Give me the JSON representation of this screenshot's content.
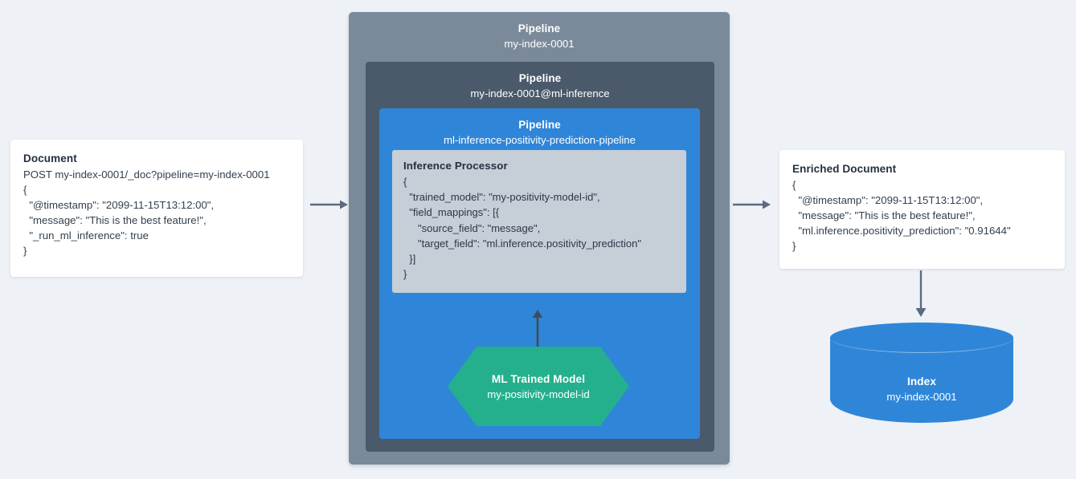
{
  "colors": {
    "background": "#eef1f6",
    "pipeline_outer": "#7b8a9b",
    "pipeline_mid": "#4a5a6b",
    "pipeline_inner": "#2f86d8",
    "processor_card": "#c6ced8",
    "model_hexagon": "#24b08c",
    "index_cylinder": "#2f86d8",
    "card_background": "#ffffff",
    "arrow": "#5c6b7e"
  },
  "document": {
    "title": "Document",
    "lines": [
      "POST my-index-0001/_doc?pipeline=my-index-0001",
      "{",
      "  \"@timestamp\": \"2099-11-15T13:12:00\",",
      "  \"message\": \"This is the best feature!\",",
      "  \"_run_ml_inference\": true",
      "}"
    ]
  },
  "pipelines": {
    "outer": {
      "kind": "Pipeline",
      "name": "my-index-0001"
    },
    "middle": {
      "kind": "Pipeline",
      "name": "my-index-0001@ml-inference"
    },
    "inner": {
      "kind": "Pipeline",
      "name": "ml-inference-positivity-prediction-pipeline"
    }
  },
  "processor": {
    "title": "Inference Processor",
    "lines": [
      "{",
      "  \"trained_model\": \"my-positivity-model-id\",",
      "  \"field_mappings\": [{",
      "     \"source_field\": \"message\",",
      "     \"target_field\": \"ml.inference.positivity_prediction\"",
      "  }]",
      "}"
    ]
  },
  "trained_model": {
    "kind": "ML Trained Model",
    "name": "my-positivity-model-id"
  },
  "enriched_document": {
    "title": "Enriched Document",
    "lines": [
      "{",
      "  \"@timestamp\": \"2099-11-15T13:12:00\",",
      "  \"message\": \"This is the best feature!\",",
      "  \"ml.inference.positivity_prediction\": \"0.91644\"",
      "}"
    ]
  },
  "index": {
    "kind": "Index",
    "name": "my-index-0001"
  },
  "arrows": [
    {
      "name": "document-to-pipeline",
      "direction": "right"
    },
    {
      "name": "pipeline-to-enriched-document",
      "direction": "right"
    },
    {
      "name": "trained-model-to-inference-processor",
      "direction": "up"
    },
    {
      "name": "enriched-document-to-index",
      "direction": "down"
    }
  ]
}
